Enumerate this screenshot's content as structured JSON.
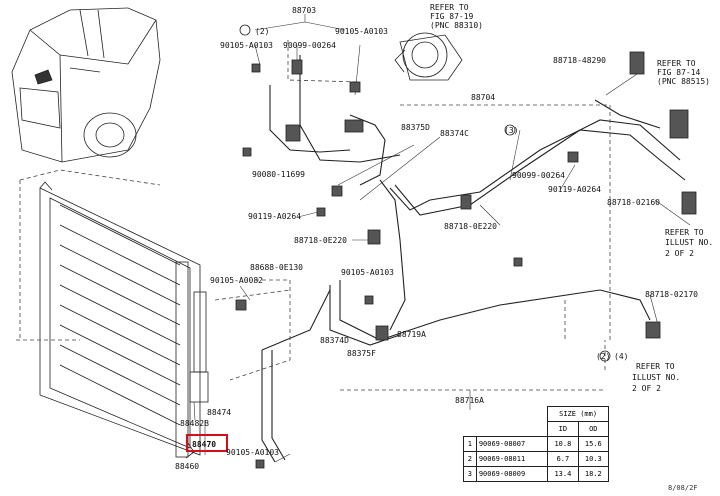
{
  "labels": {
    "p88703": "88703",
    "p90105_a0103_top": "90105-A0103",
    "p90099_00264_top": "90099-00264",
    "p90105_a0103_right": "90105-A0103",
    "circle2_top": "(2)",
    "refer_fig_87_19_a": "REFER TO",
    "refer_fig_87_19_b": "FIG 87-19",
    "refer_fig_87_19_c": "(PNC 88310)",
    "p88718_48290": "88718-48290",
    "refer_fig_87_14_a": "REFER TO",
    "refer_fig_87_14_b": "FIG 87-14",
    "refer_fig_87_14_c": "(PNC 88515)",
    "p88704": "88704",
    "p88375d": "88375D",
    "p88374c": "88374C",
    "circle3": "(3)",
    "p90080_11699": "90080-11699",
    "p90099_00264_mid": "90099-00264",
    "p90119_a0264_right": "90119-A0264",
    "p88718_02160": "88718-02160",
    "refer_illust_a1": "REFER TO",
    "refer_illust_a2": "ILLUST NO.",
    "refer_illust_a3": "2 OF 2",
    "p90119_a0264_left": "90119-A0264",
    "p88718_0e220_mid": "88718-0E220",
    "p88718_0e220_left": "88718-0E220",
    "p90105_a0103_mid": "90105-A0103",
    "p88688_0e130": "88688-0E130",
    "p90105_a0082": "90105-A0082",
    "p88718_02170": "88718-02170",
    "p88374d": "88374D",
    "p88719a": "88719A",
    "p88375f": "88375F",
    "circle4": "(4)",
    "circle2_right": "(2)",
    "refer_illust_b1": "REFER TO",
    "refer_illust_b2": "ILLUST NO.",
    "refer_illust_b3": "2 OF 2",
    "p88716a": "88716A",
    "p88474": "88474",
    "p88482b": "88482B",
    "p88470": "88470",
    "p88460": "88460",
    "p90105_a0103_bottom": "90105-A0103"
  },
  "size_table": {
    "title": "SIZE (mm)",
    "col_id": "ID",
    "col_od": "OD",
    "rows": [
      {
        "num": "1",
        "part": "90069-08007",
        "id": "10.8",
        "od": "15.6"
      },
      {
        "num": "2",
        "part": "90069-08011",
        "id": "6.7",
        "od": "10.3"
      },
      {
        "num": "3",
        "part": "90069-08009",
        "id": "13.4",
        "od": "18.2"
      }
    ]
  },
  "corner_code": "8/08/2F",
  "highlight_color": "#d0101a"
}
